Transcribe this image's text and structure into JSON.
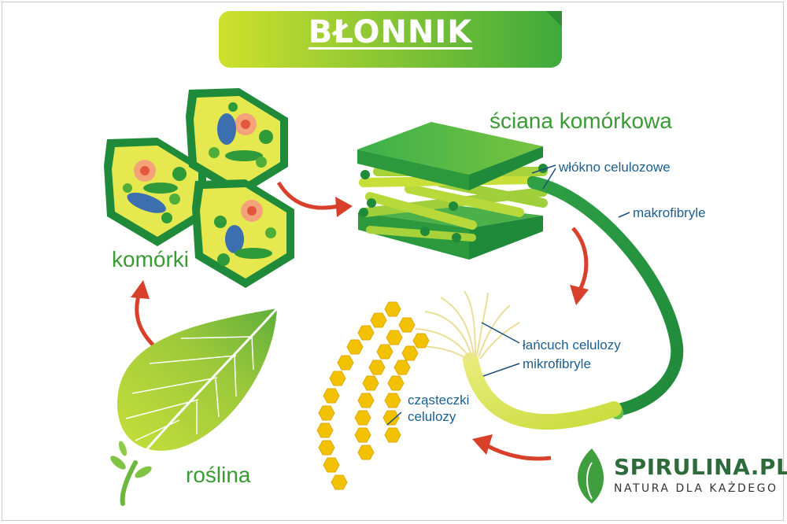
{
  "title": "BŁONNIK",
  "labels": {
    "cells": "komórki",
    "cell_wall": "ściana komórkowa",
    "cellulose_fiber": "włókno celulozowe",
    "macrofibrils": "makrofibryle",
    "cellulose_chain": "łańcuch celulozy",
    "microfibrils": "mikrofibryle",
    "cellulose_molecules_line1": "cząsteczki",
    "cellulose_molecules_line2": "celulozy",
    "plant": "roślina"
  },
  "brand": {
    "name_main": "SPIRULINA",
    "name_dot": ".PL",
    "tagline": "NATURA DLA KAŻDEGO"
  },
  "colors": {
    "banner_light": "#cfe02c",
    "banner_dark": "#3daa3c",
    "label_green": "#3a9b35",
    "label_blue": "#1a5f8f",
    "arrow_red": "#d9402b",
    "molecule_yellow": "#f2c200"
  }
}
